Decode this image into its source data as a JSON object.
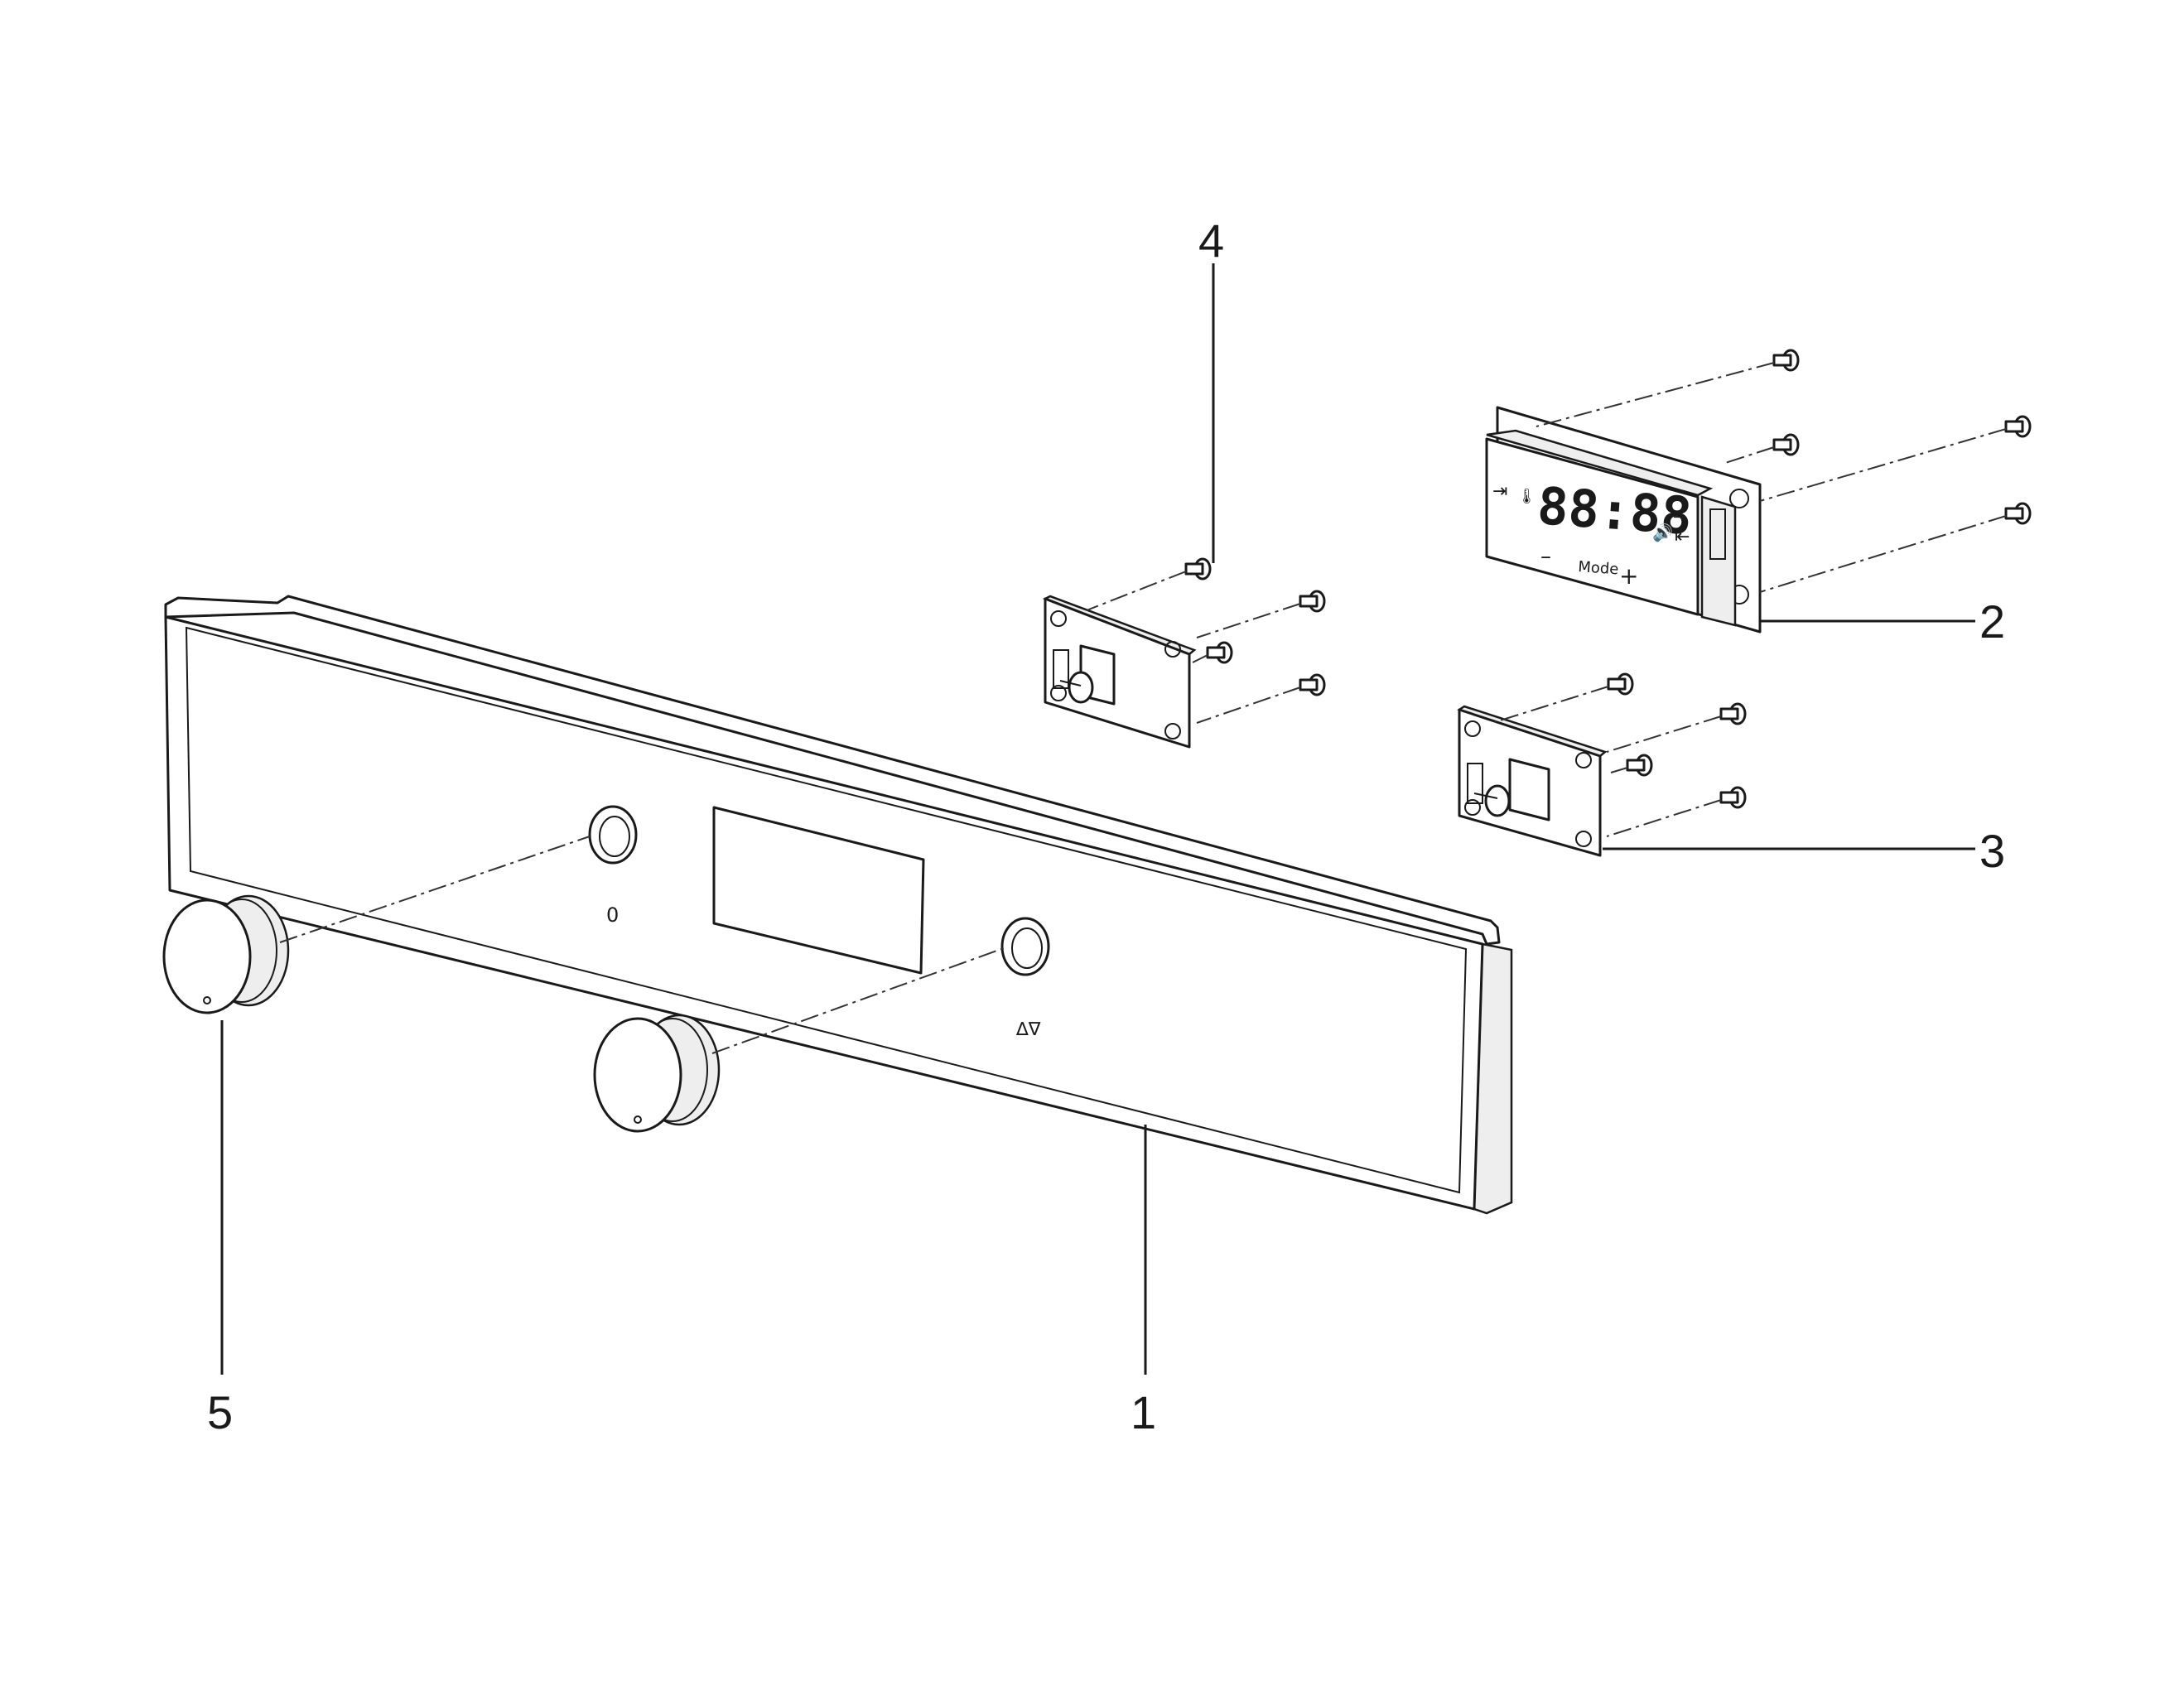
{
  "callouts": [
    {
      "id": "1",
      "label": "1"
    },
    {
      "id": "2",
      "label": "2"
    },
    {
      "id": "3",
      "label": "3"
    },
    {
      "id": "4",
      "label": "4"
    },
    {
      "id": "5",
      "label": "5"
    }
  ],
  "display_module": {
    "digits": "88:88",
    "mode_label": "Mode",
    "minus_label": "–",
    "plus_label": "+"
  },
  "panel_symbols": {
    "left_knob_symbol": "0",
    "right_knob_symbol": "∆∇"
  }
}
